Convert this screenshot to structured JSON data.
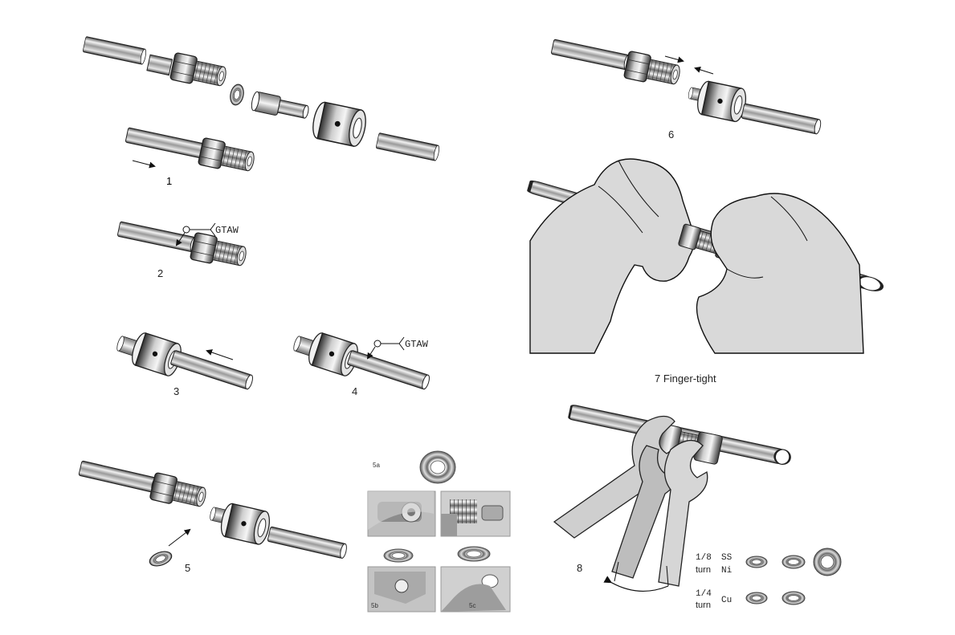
{
  "steps": {
    "s1": "1",
    "s2": "2",
    "s3": "3",
    "s4": "4",
    "s5": "5",
    "s5a": "5a",
    "s5b": "5b",
    "s5c": "5c",
    "s6": "6",
    "s7": "7  Finger-tight",
    "s8": "8"
  },
  "weld_label": "GTAW",
  "torque": {
    "row1_fraction": "1/8",
    "row1_turn": "turn",
    "row1_mat_a": "SS",
    "row1_mat_b": "Ni",
    "row2_fraction": "1/4",
    "row2_turn": "turn",
    "row2_mat": "Cu"
  },
  "colors": {
    "metal_dark": "#3a3a3a",
    "metal_light": "#e6e6e6",
    "hand_fill": "#d9d9d9",
    "photo_bg": "#c8c8c8"
  }
}
